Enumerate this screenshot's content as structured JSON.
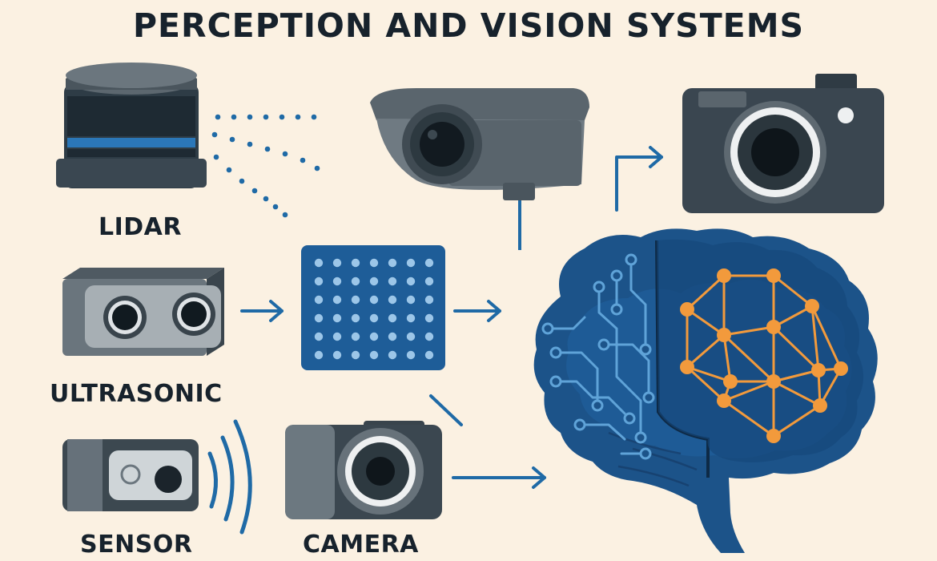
{
  "title": "PERCEPTION AND VISION SYSTEMS",
  "labels": {
    "lidar": "LIDAR",
    "ultrasonic": "ULTRASONIC",
    "sensor": "SENSOR",
    "camera": "CAMERA"
  },
  "colors": {
    "background": "#fbf1e2",
    "device_dark": "#39474f",
    "device_mid": "#66727a",
    "accent_blue": "#1f6aa6",
    "brain_blue": "#1c5389",
    "network_orange": "#f29a3c",
    "text": "#17222c"
  },
  "icons": [
    "lidar-icon",
    "ultrasonic-sensor-icon",
    "proximity-sensor-icon",
    "camera-icon",
    "security-camera-icon",
    "photo-camera-icon",
    "sensor-grid-icon",
    "brain-icon",
    "neural-network-icon"
  ]
}
